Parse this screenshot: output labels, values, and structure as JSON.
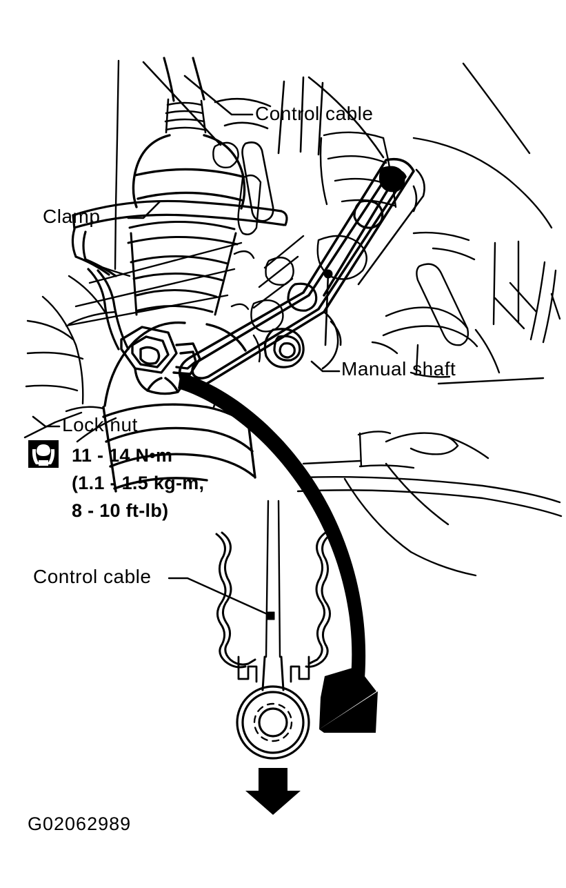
{
  "figure": {
    "id": "G02062989",
    "background_color": "#ffffff",
    "line_color": "#000000"
  },
  "labels": {
    "control_cable_top": "Control cable",
    "clamp": "Clamp",
    "manual_shaft": "Manual shaft",
    "lock_nut": "Lock nut",
    "control_cable_bottom": "Control cable"
  },
  "torque_spec": {
    "icon": "torque-wrench-icon",
    "line1": "11 - 14 N•m",
    "line2": "(1.1 - 1.5 kg-m,",
    "line3": "8 - 10 ft-lb)"
  },
  "callouts": {
    "detail_arrow": "curved-detail-arrow",
    "motion_arrow": "down-motion-arrow"
  }
}
